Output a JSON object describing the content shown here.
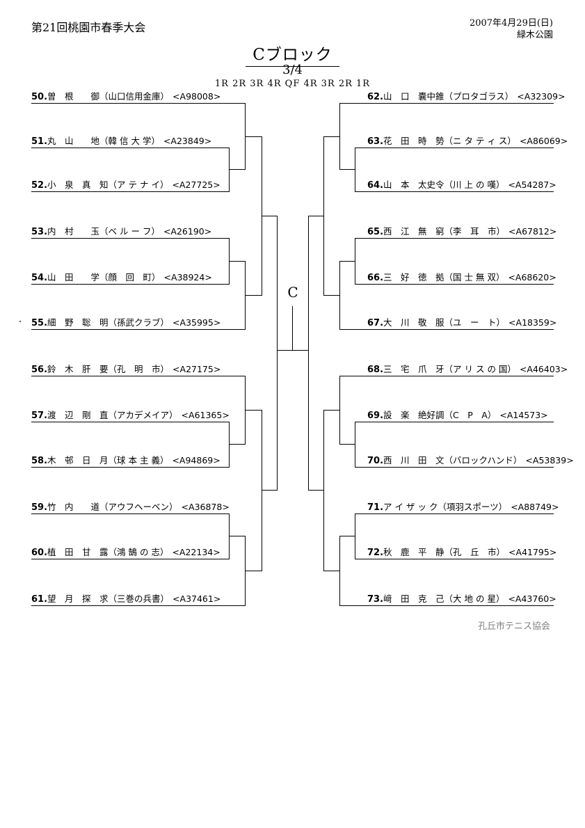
{
  "header": {
    "tournament": "第21回桃園市春季大会",
    "date": "2007年4月29日(日)",
    "venue": "緑木公園",
    "block_title": "Cブロック",
    "page": "3/4",
    "rounds": "1R  2R  3R  4R  QF  4R  3R  2R  1R"
  },
  "colors": {
    "line": "#000000",
    "muted_text": "#808080"
  },
  "bracket": {
    "center_label": "C",
    "players_left": [
      {
        "num": "50.",
        "name": "曽　根　　御（山口信用金庫）",
        "id": "<A98008>"
      },
      {
        "num": "51.",
        "name": "丸　山　　地（韓 信 大 学）",
        "id": "<A23849>"
      },
      {
        "num": "52.",
        "name": "小　泉　真　知（ア テ ナ イ）",
        "id": "<A27725>"
      },
      {
        "num": "53.",
        "name": "内　村　　玉（ベ ル ー フ）",
        "id": "<A26190>"
      },
      {
        "num": "54.",
        "name": "山　田　　学（顔　回　町）",
        "id": "<A38924>"
      },
      {
        "num": "55.",
        "name": "細　野　聡　明（孫武クラブ）",
        "id": "<A35995>"
      },
      {
        "num": "56.",
        "name": "鈴　木　肝　要（孔　明　市）",
        "id": "<A27175>"
      },
      {
        "num": "57.",
        "name": "渡　辺　剛　直（アカデメイア）",
        "id": "<A61365>"
      },
      {
        "num": "58.",
        "name": "木　邨　日　月（球 本 主 義）",
        "id": "<A94869>"
      },
      {
        "num": "59.",
        "name": "竹　内　　道（アウフヘーベン）",
        "id": "<A36878>"
      },
      {
        "num": "60.",
        "name": "植　田　甘　露（鴻 鵠 の 志）",
        "id": "<A22134>"
      },
      {
        "num": "61.",
        "name": "望　月　探　求（三巻の兵書）",
        "id": "<A37461>"
      }
    ],
    "players_right": [
      {
        "num": "62.",
        "name": "山　口　嚢中錐（プロタゴラス）",
        "id": "<A32309>"
      },
      {
        "num": "63.",
        "name": "花　田　時　勢（ニ タ テ ィ ス）",
        "id": "<A86069>"
      },
      {
        "num": "64.",
        "name": "山　本　太史令（川 上 の 嘆）",
        "id": "<A54287>"
      },
      {
        "num": "65.",
        "name": "西　江　無　窮（李　耳　市）",
        "id": "<A67812>"
      },
      {
        "num": "66.",
        "name": "三　好　徳　拠（国 士 無 双）",
        "id": "<A68620>"
      },
      {
        "num": "67.",
        "name": "大　川　敬　服（ユ　ー　ト）",
        "id": "<A18359>"
      },
      {
        "num": "68.",
        "name": "三　宅　爪　牙（ア リ ス の 国）",
        "id": "<A46403>"
      },
      {
        "num": "69.",
        "name": "設　楽　絶好調（C　P　A）",
        "id": "<A14573>"
      },
      {
        "num": "70.",
        "name": "西　川　田　文（バロックハンド）",
        "id": "<A53839>"
      },
      {
        "num": "71.",
        "name": "ア イ ザ ッ ク（項羽スポーツ）",
        "id": "<A88749>"
      },
      {
        "num": "72.",
        "name": "秋　鹿　平　静（孔　丘　市）",
        "id": "<A41795>"
      },
      {
        "num": "73.",
        "name": "﨑　田　克　己（大 地 の 星）",
        "id": "<A43760>"
      }
    ]
  },
  "footer": {
    "organizer": "孔丘市テニス協会"
  }
}
